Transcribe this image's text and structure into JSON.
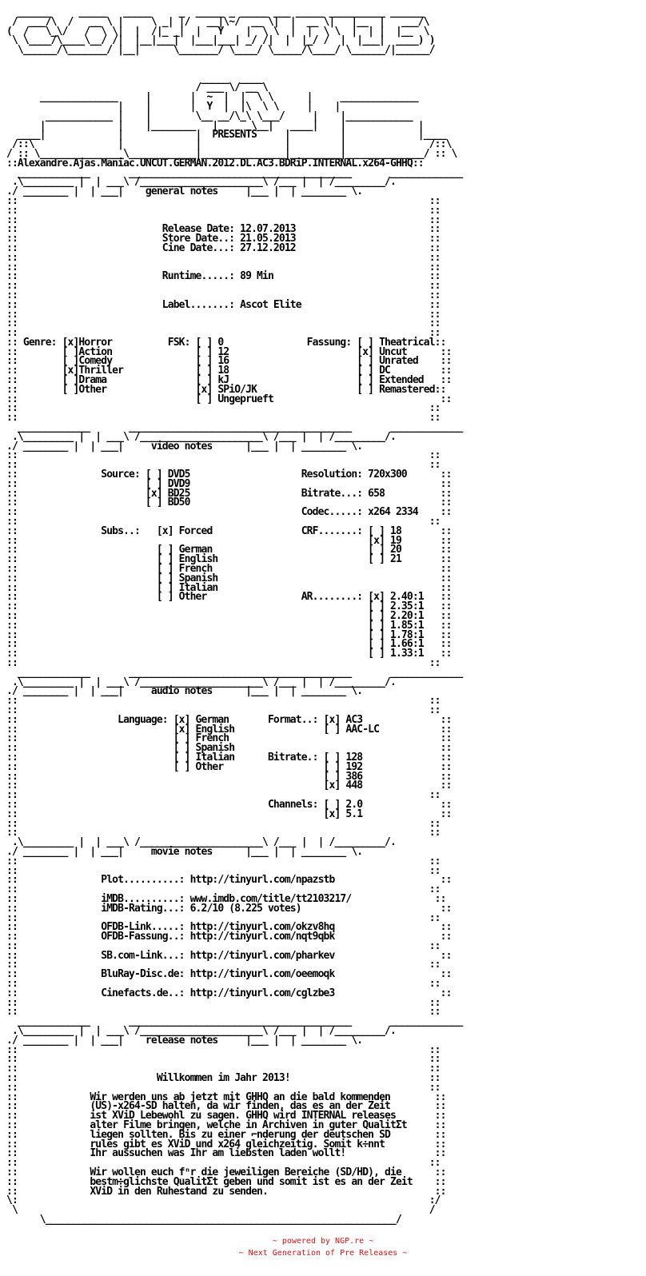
{
  "nfo_text": "  ______     _____   _____     _  _____ _ _____ ___ _____ __________ ______\n /  ___/\\  /   __ \\ |     \\ _| |/   __|\\~/  __ \\|  |  __ \\|   |__  |   ___/\\\n(  /   \\_\\/   /  \\ \\|  |  /|_ _|  |   Y    |  \\ \\  |  |  \\ \\  |  | |  |__  \\\n \\ \\____/\\____\\__/ /|  |__|___|  |___|___| _/ /|  |  |_/ /  |  |___|  ____) )\n  \\______/\\_______/ |__|      \\_______/ \\____/ \\_____/\\____/ \\______/|______/\n\n\n                                   _____  ____\n                                  / ___ \\/ __ \\\n      ______________     |       |  ~  |  |  \\ \\      |     ______________\n                    |    |       |  Y  |  |\\  \\ \\     |    |\n       ____________ |    |        \\__ __/\\_\\ \\___/     |    |____________\n      |             |    |________   |      \\__|   ____|    |             |\n  ____|             |             |  PRESENTS     |         |             |____\n /::\\               |             |               |         |               /::\\\n/ :: \\_______________\\____________|_______________|_________|______________/ :: \\\n::Alexandre.Ajas.Maniac.UNCUT.GERMAN.2012.DL.AC3.BDRiP.INTERNAL.x264-GHHQ::\n  _____________       ________________________________________       _____________\n .\\_________ |  | ___\\ /______________________\\ /___ |  | /_________/.\n./ ________ |  | ___|    general notes     |___ |  | ________ \\.\n::                                                                          ::\n::                                                                          ::\n::                                                                          ::\n::                          Release Date: 12.07.2013                        ::\n::                          Store Date..: 21.05.2013                        ::\n::                          Cine Date...: 27.12.2012                        ::\n::                                                                          ::\n::                                                                          ::\n::                          Runtime.....: 89 Min                            ::\n::                                                                          ::\n::                                                                          ::\n::                          Label.......: Ascot Elite                       ::\n::                                                                          ::\n::                                                                          ::\n::                                                                          ::\n:: Genre: [x]Horror          FSK: [ ] 0               Fassung: [ ] Theatrical::\n::        [ ]Action               [ ] 12                       [x] Uncut      ::\n::        [ ]Comedy               [ ] 16                       [ ] Unrated    ::\n::        [x]Thriller             [ ] 18                       [ ] DC         ::\n::        [ ]Drama                [ ] kJ                       [ ] Extended   ::\n::        [ ]Other                [x] SPiO/JK                  [ ] Remastered::\n::                                [ ] Ungeprueft                              ::\n::                                                                          ::\n::                                                                          ::\n  _____________       ________________________________________       _____________\n .\\_________ |  | ___\\ /______________________\\ /___ |  | /_________/.\n./ ________ |  | ___|     video notes      |___ |  | ________ \\.\n::                                                                          ::\n::                                                                          ::\n::               Source: [ ] DVD5                    Resolution: 720x300      ::\n::                       [ ] DVD9                                             ::\n::                       [x] BD25                    Bitrate...: 658          ::\n::                       [ ] BD50                                             ::\n::                                                   Codec.....: x264 2334    ::\n::                                                                          ::\n::               Subs..:   [x] Forced                CRF.......: [ ] 18       ::\n::                                                               [x] 19       ::\n::                         [ ] German                            [ ] 20       ::\n::                         [ ] English                           [ ] 21       ::\n::                         [ ] French                                         ::\n::                         [ ] Spanish                                        ::\n::                         [ ] Italian                                        ::\n::                         [ ] Other                 AR........: [x] 2.40:1   ::\n::                                                               [ ] 2.35:1   ::\n::                                                               [ ] 2.20:1   ::\n::                                                               [ ] 1.85:1   ::\n::                                                               [ ] 1.78:1   ::\n::                                                               [ ] 1.66:1   ::\n::                                                               [ ] 1.33:1   ::\n::                                                                          ::\n  _____________       ________________________________________       _____________\n .\\_________ |  | ___\\ /______________________\\ /___ |  | /_________/.\n./ ________ |  | ___|     audio notes      |___ |  | ________ \\.\n::                                                                          ::\n::                                                                          ::\n::                  Language: [x] German       Format..: [x] AC3              ::\n::                            [x] English                [ ] AAC-LC           ::\n::                            [ ] French                                      ::\n::                            [ ] Spanish                                     ::\n::                            [ ] Italian      Bitrate.: [ ] 128              ::\n::                            [ ] Other                  [ ] 192              ::\n::                                                       [ ] 386              ::\n::                                                       [x] 448              ::\n::                                                                          ::\n::                                             Channels: [ ] 2.0              ::\n::                                                       [x] 5.1              ::\n::                                                                          ::\n::                                                                          ::\n .\\_________ |  | ___\\ /______________________\\ /___ |  | /_________/.\n./ ________ |  | ___|     movie notes      |___ |  | ________ \\.\n::                                                                          ::\n::                                                                          ::\n::               Plot..........: http://tinyurl.com/npazstb                   ::\n::                                                                          ::\n::               iMDB..........: www.imdb.com/title/tt2103217/               ::\n::               iMDB-Rating...: 6.2/10 (8.225 votes)                         ::\n::                                                                          ::\n::               OFDB-Link.....: http://tinyurl.com/okzv8hq                   ::\n::               OFDB-Fassung..: http://tinyurl.com/nqt9qbk                   ::\n::                                                                          ::\n::               SB.com-Link...: http://tinyurl.com/pharkev                   ::\n::                                                                          ::\n::               BluRay-Disc.de: http://tinyurl.com/oeemoqk                   ::\n::                                                                          ::\n::               Cinefacts.de..: http://tinyurl.com/cglzbe3                   ::\n::                                                                          ::\n::                                                                          ::\n  _____________       ________________________________________       _____________\n .\\_________ |  | ___\\ /______________________\\ /___ |  | /_________/.\n./ ________ |  | ___|    release notes     |___ |  | ________ \\.\n::                                                                          ::\n::                                                                          ::\n::                                                                          ::\n::                         Willkommen im Jahr 2013!                         ::\n::                                                                          ::\n::             Wir werden uns ab jetzt mit GHHQ an die bald kommenden        ::\n::             (US)-x264-SD halten, da wir finden, das es an der Zeit        ::\n::             ist XViD Lebewohl zu sagen. GHHQ wird INTERNAL releases       ::\n::             alter Filme bringen, welche in Archiven in guter QualitΣt     ::\n::             liegen sollten. Bis zu einer ⌐nderung der deutschen SD        ::\n::             rules gibt es XViD und x264 gleichzeitig. Somit k÷nnt         ::\n::             Ihr aussuchen was Ihr am liebsten laden wollt!                ::\n::                                                                          ::\n::             Wir wollen euch fⁿr die jeweiligen Bereiche (SD/HD), die      ::\n::             bestm÷glichste QualitΣt geben und somit ist es an der Zeit    ::\n::             XViD in den Ruhestand zu senden.                              ::\n\\:                                                                          :/\n \\                                                                          /\n      \\_______________________________________________________________/",
  "footer": {
    "line1": "~ powered by NGP.re ~",
    "line2": "~ Next Generation of Pre Releases ~"
  },
  "colors": {
    "background": "#ffffff",
    "text": "#000000",
    "footer": "#e01010"
  }
}
